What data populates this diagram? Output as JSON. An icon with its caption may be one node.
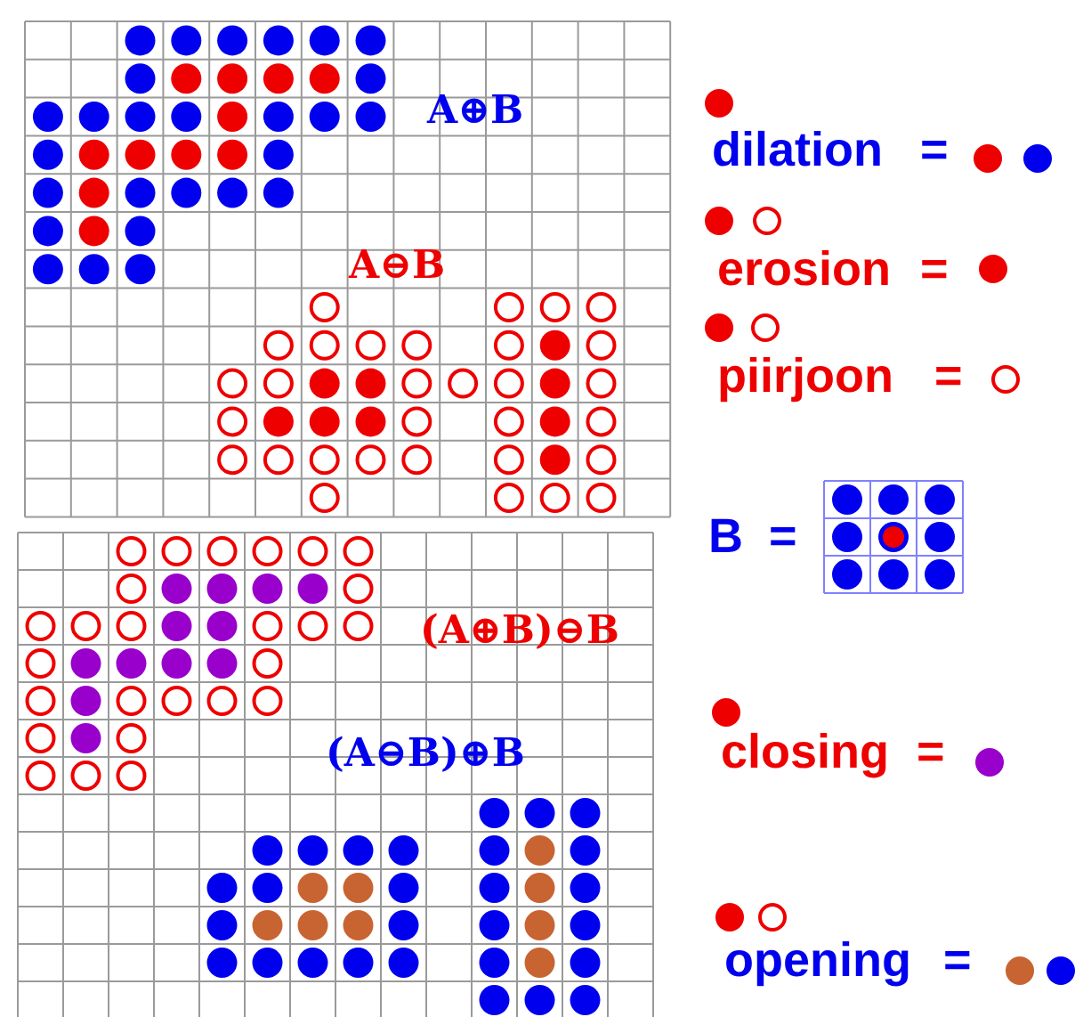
{
  "diagram": {
    "labels": [
      "A⊕B",
      "dilation",
      "=",
      "erosion",
      "=",
      "A⊖B",
      "piirjoon",
      "=",
      "B",
      "=",
      "(A⊕B)⊖B",
      "closing",
      "=",
      "(A⊖B)⊕B",
      "opening",
      "="
    ]
  }
}
